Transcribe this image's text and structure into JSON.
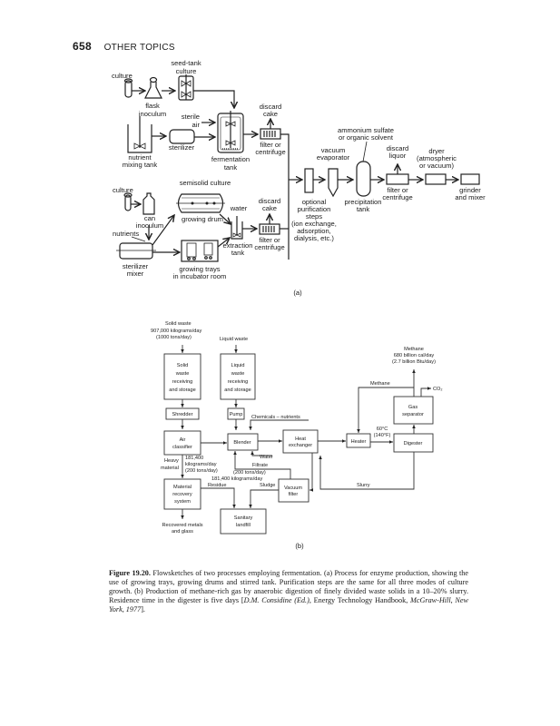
{
  "page": {
    "number": "658",
    "section": "OTHER TOPICS"
  },
  "diagram_a": {
    "label": "(a)",
    "nodes": {
      "culture1": "culture",
      "seed_tank_1": "seed-tank",
      "seed_tank_2": "culture",
      "flask_1": "flask",
      "flask_2": "inoculum",
      "sterile_1": "sterile",
      "sterile_2": "air",
      "discard_cake_1a": "discard",
      "discard_cake_1b": "cake",
      "sterilizer": "sterilizer",
      "nutrient_1": "nutrient",
      "nutrient_2": "mixing tank",
      "ferm_1": "fermentation",
      "ferm_2": "tank",
      "filter1_a": "filter or",
      "filter1_b": "centrifuge",
      "ammonium_1": "ammonium sulfate",
      "ammonium_2": "or organic solvent",
      "vacuum_1": "vacuum",
      "vacuum_2": "evaporator",
      "discard_liquor_1": "discard",
      "discard_liquor_2": "liquor",
      "dryer_1": "dryer",
      "dryer_2": "(atmospheric",
      "dryer_3": "or vacuum)",
      "filter3_a": "filter or",
      "filter3_b": "centrifuge",
      "grinder_1": "grinder",
      "grinder_2": "and mixer",
      "precip_1": "precipitation",
      "precip_2": "tank",
      "optional_1": "optional",
      "optional_2": "purification",
      "optional_3": "steps",
      "optional_4": "(ion exchange,",
      "optional_5": "adsorption,",
      "optional_6": "dialysis, etc.)",
      "semisolid": "semisolid culture",
      "culture2": "culture",
      "can_1": "can",
      "can_2": "inoculum",
      "nutrients": "nutrients",
      "growing_drum": "growing drum",
      "water": "water",
      "discard_cake_2a": "discard",
      "discard_cake_2b": "cake",
      "filter2_a": "filter or",
      "filter2_b": "centrifuge",
      "extraction_1": "extraction",
      "extraction_2": "tank",
      "sterilizer_mixer_1": "sterilizer",
      "sterilizer_mixer_2": "mixer",
      "trays_1": "growing trays",
      "trays_2": "in incubator room"
    }
  },
  "diagram_b": {
    "label": "(b)",
    "nodes": {
      "solid_waste_1": "Solid waste",
      "solid_waste_2": "907,000 kilograms/day",
      "solid_waste_3": "(1000 tons/day)",
      "liquid_waste": "Liquid waste",
      "solid_recv_1": "Solid",
      "solid_recv_2": "waste",
      "solid_recv_3": "receiving",
      "solid_recv_4": "and storage",
      "liquid_recv_1": "Liquid",
      "liquid_recv_2": "waste",
      "liquid_recv_3": "receiving",
      "liquid_recv_4": "and storage",
      "shredder": "Shredder",
      "pump": "Pump",
      "chemicals": "Chemicals – nutrients",
      "air_classifier_1": "Air",
      "air_classifier_2": "classifier",
      "blender": "Blender",
      "heat_exchanger_1": "Heat",
      "heat_exchanger_2": "exchanger",
      "heater": "Heater",
      "digester": "Digester",
      "gas_separator_1": "Gas",
      "gas_separator_2": "separator",
      "methane_top_1": "Methane",
      "methane_top_2": "680 billion cal/day",
      "methane_top_3": "(2.7 billion Btu/day)",
      "methane_loop": "Methane",
      "co2": "CO₂",
      "temp_1": "60°C",
      "temp_2": "(140°F)",
      "water": "Water",
      "filtrate": "Filtrate",
      "heavy_1": "Heavy",
      "heavy_2": "material",
      "flow1_1": "181,400",
      "flow1_2": "kilograms/day",
      "flow1_3": "(200 tons/day)",
      "flow2_1": "(200 tons/day)",
      "flow2_2": "181,400 kilograms/day",
      "residue": "Residue",
      "sludge": "Sludge",
      "material_recovery_1": "Material",
      "material_recovery_2": "recovery",
      "material_recovery_3": "system",
      "vacuum_filter_1": "Vacuum",
      "vacuum_filter_2": "filter",
      "slurry": "Slurry",
      "recovered_1": "Recovered metals",
      "recovered_2": "and glass",
      "landfill_1": "Sanitary",
      "landfill_2": "landfill"
    }
  },
  "caption": {
    "figure_label": "Figure 19.20.",
    "text": " Flowsketches of two processes employing fermentation. (a) Process for enzyme production, showing the use of growing trays, growing drums and stirred tank. Purification steps are the same for all three modes of culture growth. (b) Production of methane-rich gas by anaerobic digestion of finely divided waste solids in a 10–20% slurry. Residence time in the digester is five days [",
    "citation_author": "D.M. Considine (Ed.)",
    "citation_mid": ", Energy Technology Handbook, ",
    "citation_publisher": "McGraw-Hill, New York, 1977",
    "citation_end": "]."
  }
}
